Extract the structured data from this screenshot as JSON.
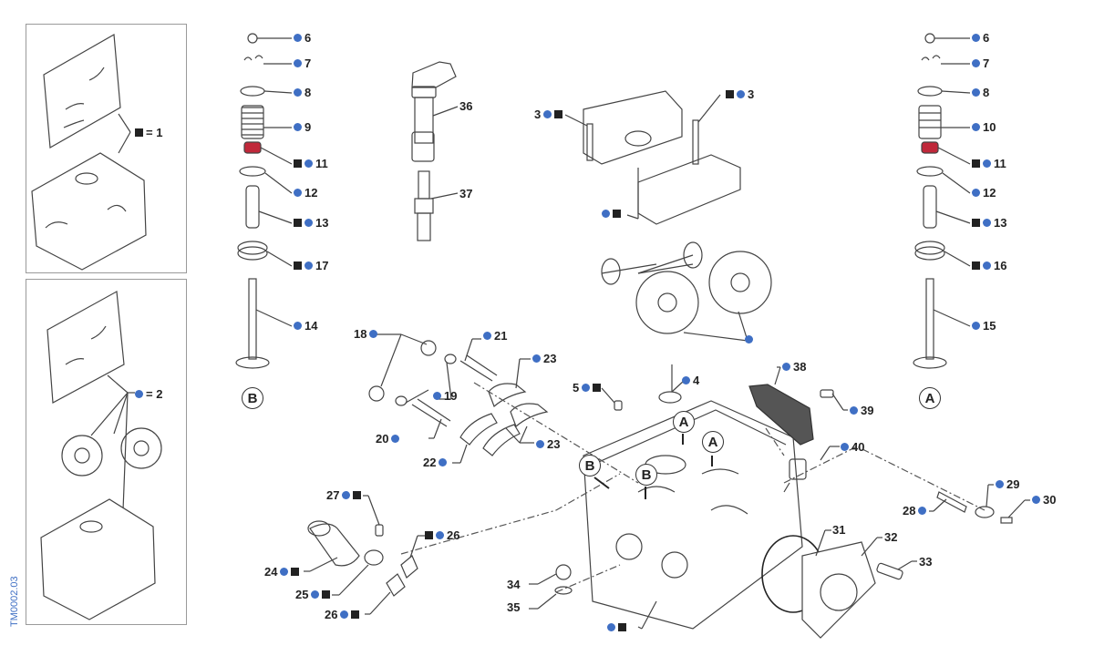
{
  "diagram": {
    "title_code": "TM0002.03",
    "colors": {
      "dot": "#3f6fc4",
      "square": "#222222",
      "line": "#444444",
      "seal": "#c0283a"
    },
    "kits": [
      {
        "symbol": "square",
        "label": "= 1",
        "contents": [
          "gasket-sheet",
          "cylinder-head"
        ]
      },
      {
        "symbol": "dot",
        "label": "= 2",
        "contents": [
          "gasket-sheet",
          "camshafts",
          "cylinder-head"
        ]
      }
    ],
    "reference_markers": {
      "intake": "A",
      "exhaust": "B"
    },
    "callouts": [
      {
        "id": "c6b",
        "text": "6",
        "sym": "dot"
      },
      {
        "id": "c7b",
        "text": "7",
        "sym": "dot"
      },
      {
        "id": "c8b",
        "text": "8",
        "sym": "dot"
      },
      {
        "id": "c9",
        "text": "9",
        "sym": "dot"
      },
      {
        "id": "c11b",
        "text": "11",
        "sym": "sq-dot"
      },
      {
        "id": "c12b",
        "text": "12",
        "sym": "dot"
      },
      {
        "id": "c13b",
        "text": "13",
        "sym": "sq-dot"
      },
      {
        "id": "c17",
        "text": "17",
        "sym": "sq-dot"
      },
      {
        "id": "c14",
        "text": "14",
        "sym": "dot"
      },
      {
        "id": "c36",
        "text": "36",
        "sym": "none"
      },
      {
        "id": "c37",
        "text": "37",
        "sym": "none"
      },
      {
        "id": "c3l",
        "text": "3",
        "sym": "dot-sq-right"
      },
      {
        "id": "c3r",
        "text": "3",
        "sym": "sq-dot"
      },
      {
        "id": "ccap",
        "text": "",
        "sym": "dot-sq-right"
      },
      {
        "id": "ccam",
        "text": "",
        "sym": "dot"
      },
      {
        "id": "c6a",
        "text": "6",
        "sym": "dot"
      },
      {
        "id": "c7a",
        "text": "7",
        "sym": "dot"
      },
      {
        "id": "c8a",
        "text": "8",
        "sym": "dot"
      },
      {
        "id": "c10",
        "text": "10",
        "sym": "dot"
      },
      {
        "id": "c11a",
        "text": "11",
        "sym": "sq-dot"
      },
      {
        "id": "c12a",
        "text": "12",
        "sym": "dot"
      },
      {
        "id": "c13a",
        "text": "13",
        "sym": "sq-dot"
      },
      {
        "id": "c16",
        "text": "16",
        "sym": "sq-dot"
      },
      {
        "id": "c15",
        "text": "15",
        "sym": "dot"
      },
      {
        "id": "c18",
        "text": "18",
        "sym": "dot-right"
      },
      {
        "id": "c21",
        "text": "21",
        "sym": "dot"
      },
      {
        "id": "c23t",
        "text": "23",
        "sym": "dot"
      },
      {
        "id": "c19",
        "text": "19",
        "sym": "dot"
      },
      {
        "id": "c20",
        "text": "20",
        "sym": "dot-right"
      },
      {
        "id": "c22",
        "text": "22",
        "sym": "dot-right"
      },
      {
        "id": "c23b",
        "text": "23",
        "sym": "dot"
      },
      {
        "id": "c5",
        "text": "5",
        "sym": "dot-sq-right"
      },
      {
        "id": "c4",
        "text": "4",
        "sym": "dot"
      },
      {
        "id": "c38",
        "text": "38",
        "sym": "dot"
      },
      {
        "id": "c39",
        "text": "39",
        "sym": "dot"
      },
      {
        "id": "c40",
        "text": "40",
        "sym": "dot"
      },
      {
        "id": "c27",
        "text": "27",
        "sym": "dot-sq-right"
      },
      {
        "id": "c26t",
        "text": "26",
        "sym": "sq-dot"
      },
      {
        "id": "c24",
        "text": "24",
        "sym": "dot-sq-right"
      },
      {
        "id": "c25",
        "text": "25",
        "sym": "dot-sq-right"
      },
      {
        "id": "c26b",
        "text": "26",
        "sym": "dot-sq-right"
      },
      {
        "id": "c34",
        "text": "34",
        "sym": "none"
      },
      {
        "id": "c35",
        "text": "35",
        "sym": "none"
      },
      {
        "id": "chead",
        "text": "",
        "sym": "dot-sq-right"
      },
      {
        "id": "c28",
        "text": "28",
        "sym": "dot-right"
      },
      {
        "id": "c29",
        "text": "29",
        "sym": "dot"
      },
      {
        "id": "c30",
        "text": "30",
        "sym": "dot"
      },
      {
        "id": "c31",
        "text": "31",
        "sym": "none"
      },
      {
        "id": "c32",
        "text": "32",
        "sym": "none"
      },
      {
        "id": "c33",
        "text": "33",
        "sym": "none"
      }
    ]
  }
}
